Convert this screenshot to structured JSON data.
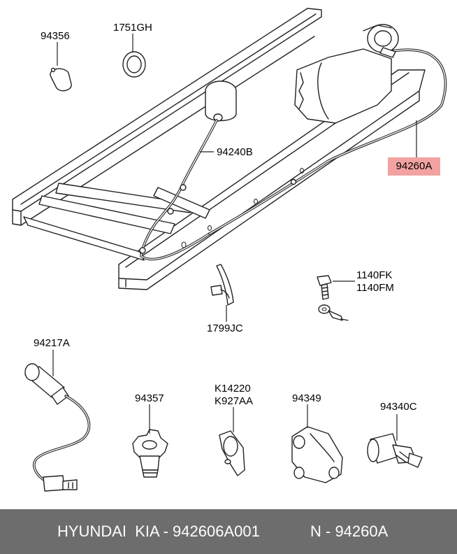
{
  "parts": {
    "p94356": "94356",
    "p1751gh": "1751GH",
    "p94240b": "94240B",
    "p94260a": "94260A",
    "p1140fk": "1140FK",
    "p1140fm": "1140FM",
    "p1799jc": "1799JC",
    "p94217a": "94217A",
    "p94357": "94357",
    "p_k14220": "K14220",
    "p_k927aa": "K927AA",
    "p94349": "94349",
    "p94340c": "94340C"
  },
  "highlight_color": "#f2a3a1",
  "footer": {
    "brand": "HYUNDAI  KIA - 942606A001",
    "part_ref": "N - 94260A"
  }
}
